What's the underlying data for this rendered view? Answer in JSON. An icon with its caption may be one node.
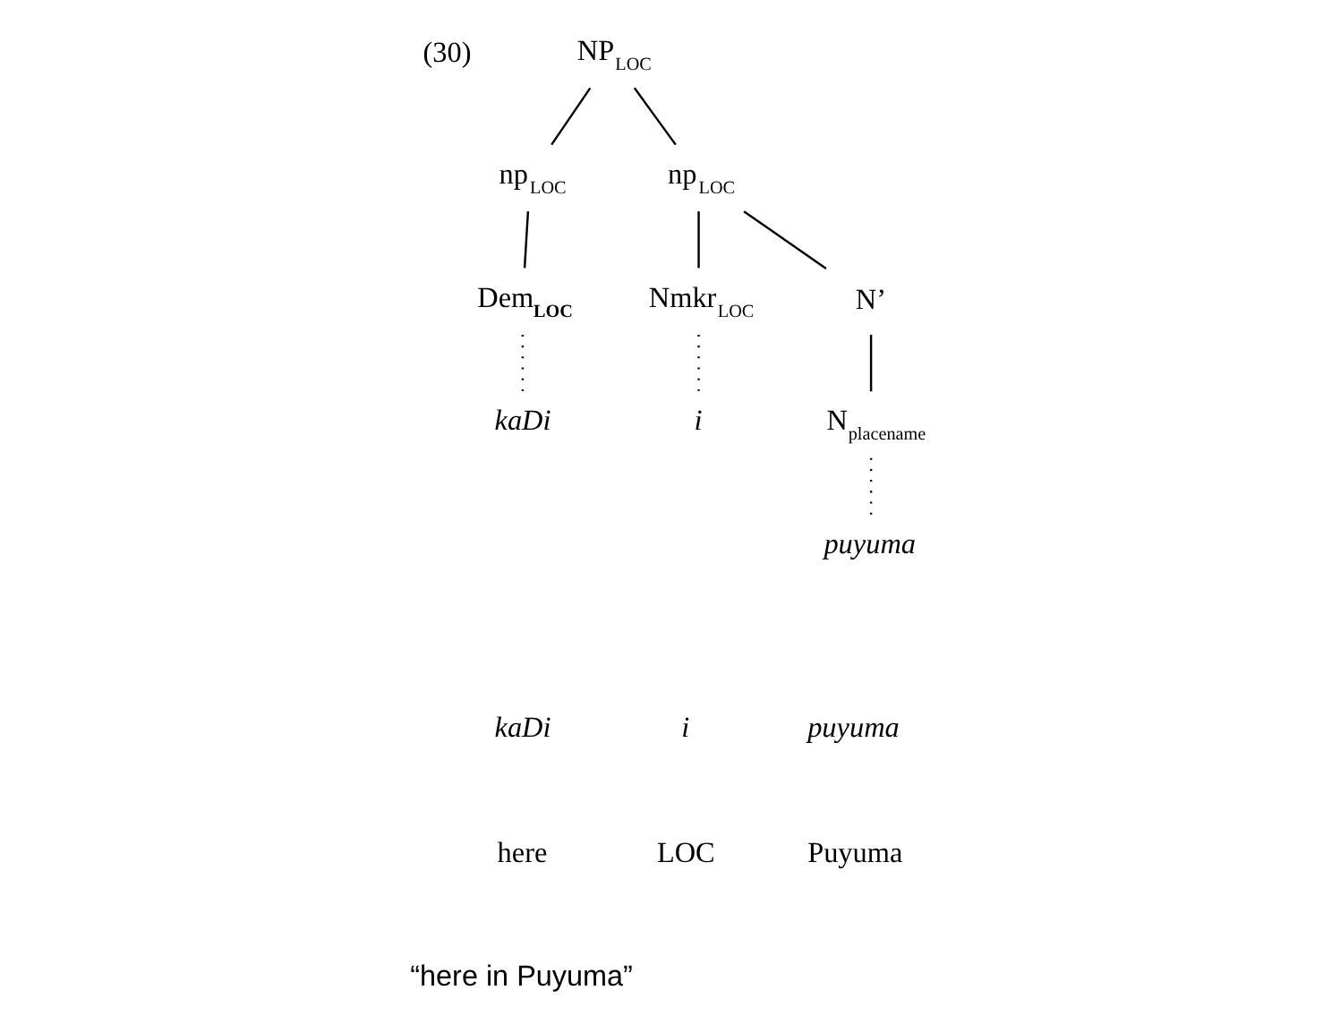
{
  "diagram": {
    "nodes": [
      {
        "text": [
          "NP$_{LOC}$"
        ]
      },
      {
        "text": [
          "np$_{LOC}$"
        ]
      },
      {
        "text": [
          "np$_{LOC}$"
        ]
      },
      {
        "text": [
          "Dem$_{LOC}$"
        ]
      },
      {
        "text": [
          "Nmkr$_{LOC}$"
        ]
      },
      {
        "text": [
          "N’"
        ]
      },
      {
        "text": [
          "kaDi"
        ]
      },
      {
        "text": [
          "i"
        ]
      },
      {
        "text": [
          "N$_{placename}$"
        ]
      },
      {
        "text": [
          "puyuma"
        ]
      }
    ],
    "edges": [
      {
        "from": 0,
        "to": 1,
        "arrow": "none"
      },
      {
        "from": 0,
        "to": 2,
        "arrow": "none"
      },
      {
        "from": 1,
        "to": 3,
        "arrow": "none"
      },
      {
        "from": 2,
        "to": 4,
        "arrow": "none"
      },
      {
        "from": 2,
        "to": 5,
        "arrow": "none"
      },
      {
        "from": 3,
        "to": 6,
        "arrow": "none",
        "style": "dashed"
      },
      {
        "from": 4,
        "to": 7,
        "arrow": "none",
        "style": "dashed"
      },
      {
        "from": 5,
        "to": 8,
        "arrow": "none"
      },
      {
        "from": 8,
        "to": 9,
        "arrow": "none",
        "style": "dashed"
      }
    ],
    "labels": [
      "(30)",
      "kaDi",
      "i",
      "puyuma",
      "here",
      "LOC",
      "Puyuma",
      "“here in Puyuma”"
    ]
  }
}
